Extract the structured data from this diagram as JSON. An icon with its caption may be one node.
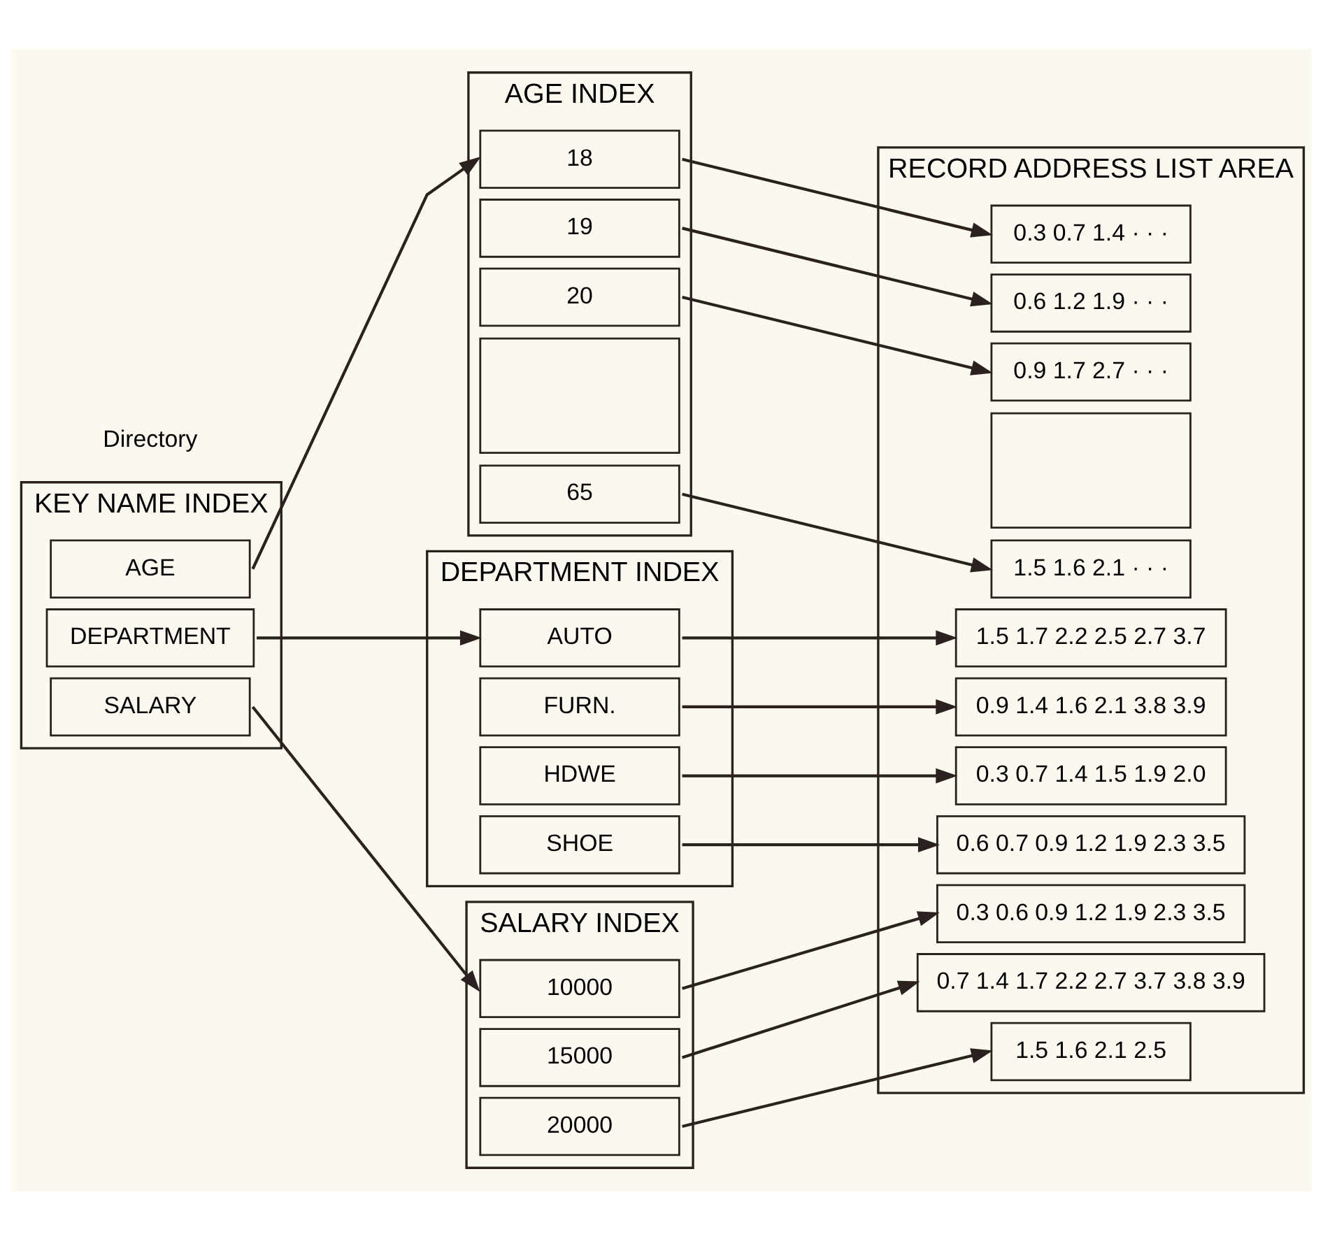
{
  "diagram": {
    "nodes": [
      {
        "text": [
          "KEY NAME INDEX"
        ]
      },
      {
        "text": [
          "AGE"
        ],
        "in": 0
      },
      {
        "text": [
          "DEPARTMENT"
        ],
        "in": 0
      },
      {
        "text": [
          "SALARY"
        ],
        "in": 0
      },
      {
        "text": [
          "AGE INDEX"
        ]
      },
      {
        "text": [
          "18"
        ],
        "in": 4
      },
      {
        "text": [
          "19"
        ],
        "in": 4
      },
      {
        "text": [
          "20"
        ],
        "in": 4
      },
      {
        "text": [],
        "shape": "box",
        "in": 4
      },
      {
        "text": [
          "65"
        ],
        "in": 4
      },
      {
        "text": [
          "DEPARTMENT INDEX"
        ]
      },
      {
        "text": [
          "AUTO"
        ],
        "in": 10
      },
      {
        "text": [
          "FURN."
        ],
        "in": 10
      },
      {
        "text": [
          "HDWE"
        ],
        "in": 10
      },
      {
        "text": [
          "SHOE"
        ],
        "in": 10
      },
      {
        "text": [
          "SALARY INDEX"
        ]
      },
      {
        "text": [
          "10000"
        ],
        "in": 15
      },
      {
        "text": [
          "15000"
        ],
        "in": 15
      },
      {
        "text": [
          "20000"
        ],
        "in": 15
      },
      {
        "text": [
          "RECORD ADDRESS LIST AREA"
        ]
      },
      {
        "text": [
          "0.3 0.7 1.4 · · ·"
        ],
        "in": 19
      },
      {
        "text": [
          "0.6 1.2 1.9 · · ·"
        ],
        "in": 19
      },
      {
        "text": [
          "0.9 1.7 2.7 · · ·"
        ],
        "in": 19
      },
      {
        "text": [],
        "shape": "box",
        "in": 19
      },
      {
        "text": [
          "1.5 1.6 2.1 · · ·"
        ],
        "in": 19
      },
      {
        "text": [
          "1.5 1.7 2.2 2.5 2.7 3.7"
        ],
        "in": 19
      },
      {
        "text": [
          "0.9 1.4 1.6 2.1 3.8 3.9"
        ],
        "in": 19
      },
      {
        "text": [
          "0.3 0.7 1.4 1.5 1.9 2.0"
        ],
        "in": 19
      },
      {
        "text": [
          "0.6 0.7 0.9 1.2 1.9 2.3 3.5"
        ],
        "in": 19
      },
      {
        "text": [
          "0.3 0.6 0.9 1.2 1.9 2.3 3.5"
        ],
        "in": 19
      },
      {
        "text": [
          "0.7 1.4 1.7 2.2 2.7 3.7 3.8 3.9"
        ],
        "in": 19
      },
      {
        "text": [
          "1.5 1.6 2.1 2.5"
        ],
        "in": 19
      }
    ],
    "edges": [
      {
        "from": 1,
        "to": 5,
        "arrow": "to"
      },
      {
        "from": 2,
        "to": 11,
        "arrow": "to"
      },
      {
        "from": 3,
        "to": 16,
        "arrow": "to"
      },
      {
        "from": 5,
        "to": 20,
        "arrow": "to"
      },
      {
        "from": 6,
        "to": 21,
        "arrow": "to"
      },
      {
        "from": 7,
        "to": 22,
        "arrow": "to"
      },
      {
        "from": 9,
        "to": 24,
        "arrow": "to"
      },
      {
        "from": 11,
        "to": 25,
        "arrow": "to"
      },
      {
        "from": 12,
        "to": 26,
        "arrow": "to"
      },
      {
        "from": 13,
        "to": 27,
        "arrow": "to"
      },
      {
        "from": 14,
        "to": 28,
        "arrow": "to"
      },
      {
        "from": 16,
        "to": 29,
        "arrow": "to"
      },
      {
        "from": 17,
        "to": 30,
        "arrow": "to"
      },
      {
        "from": 18,
        "to": 31,
        "arrow": "to"
      }
    ],
    "labels": [
      "Directory"
    ]
  }
}
